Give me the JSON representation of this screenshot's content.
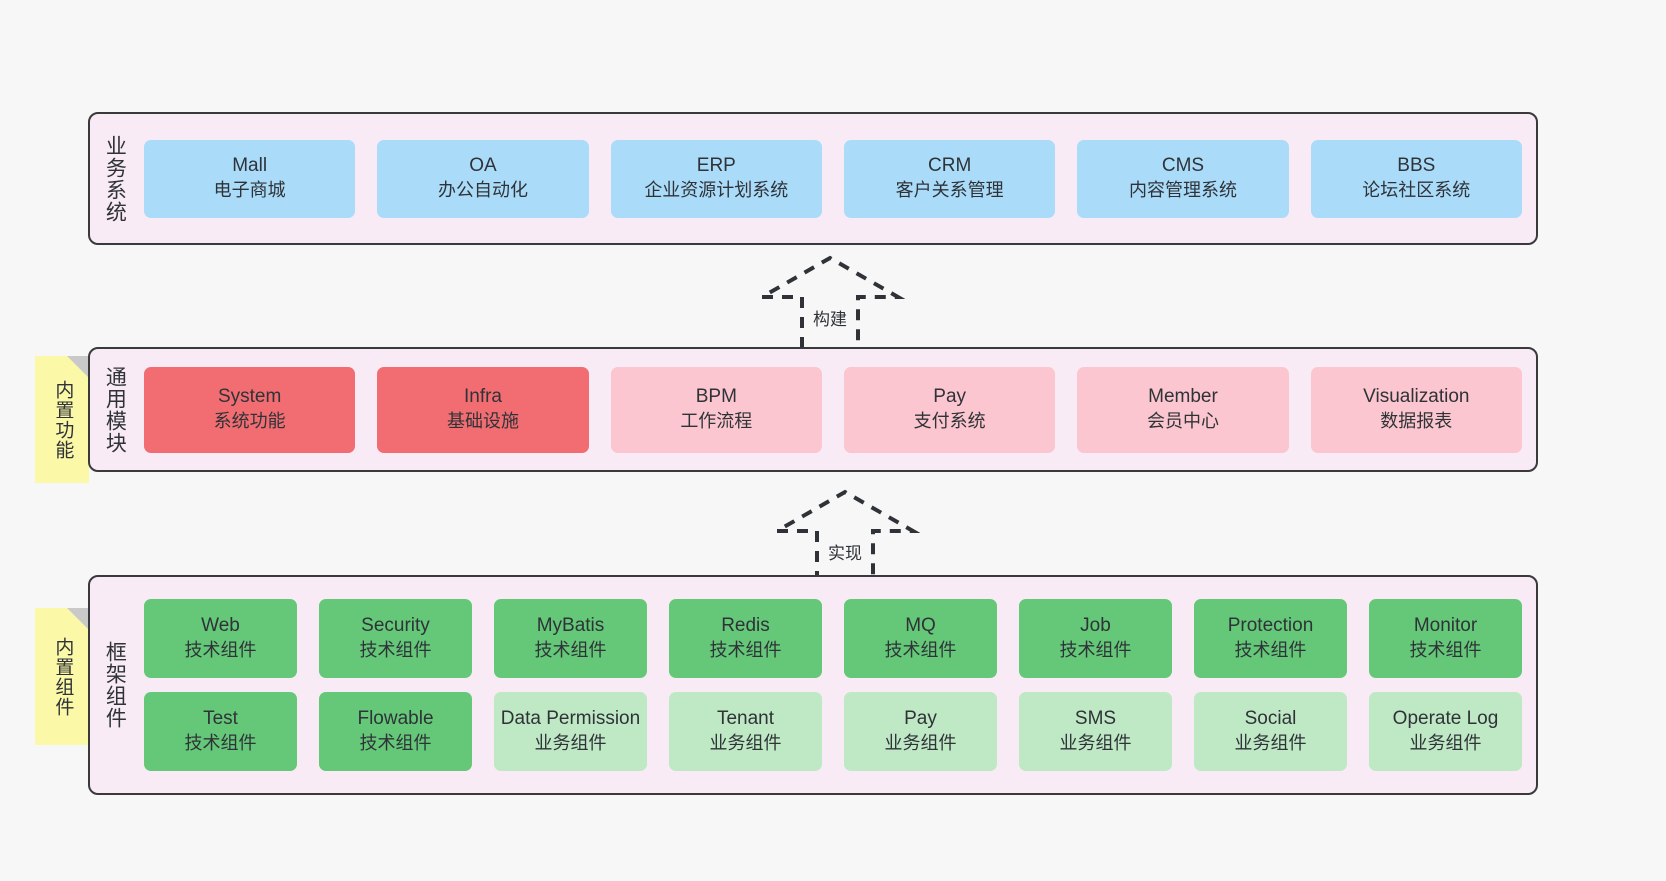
{
  "page": {
    "background": "#f7f7f7",
    "container_fill": "#f9ebf5",
    "container_border": "#3a3a3a"
  },
  "layers": [
    {
      "id": "business-system",
      "title": "业务系统",
      "rows": [
        {
          "boxes": [
            {
              "name": "mall",
              "en": "Mall",
              "cn": "电子商城",
              "color": "#aadcfa"
            },
            {
              "name": "oa",
              "en": "OA",
              "cn": "办公自动化",
              "color": "#aadcfa"
            },
            {
              "name": "erp",
              "en": "ERP",
              "cn": "企业资源计划系统",
              "color": "#aadcfa"
            },
            {
              "name": "crm",
              "en": "CRM",
              "cn": "客户关系管理",
              "color": "#aadcfa"
            },
            {
              "name": "cms",
              "en": "CMS",
              "cn": "内容管理系统",
              "color": "#aadcfa"
            },
            {
              "name": "bbs",
              "en": "BBS",
              "cn": "论坛社区系统",
              "color": "#aadcfa"
            }
          ]
        }
      ]
    },
    {
      "id": "common-module",
      "title": "通用模块",
      "note": "内置功能",
      "rows": [
        {
          "boxes": [
            {
              "name": "system",
              "en": "System",
              "cn": "系统功能",
              "color": "#f26d71"
            },
            {
              "name": "infra",
              "en": "Infra",
              "cn": "基础设施",
              "color": "#f26d71"
            },
            {
              "name": "bpm",
              "en": "BPM",
              "cn": "工作流程",
              "color": "#fbc6cf"
            },
            {
              "name": "pay",
              "en": "Pay",
              "cn": "支付系统",
              "color": "#fbc6cf"
            },
            {
              "name": "member",
              "en": "Member",
              "cn": "会员中心",
              "color": "#fbc6cf"
            },
            {
              "name": "visualization",
              "en": "Visualization",
              "cn": "数据报表",
              "color": "#fbc6cf"
            }
          ]
        }
      ]
    },
    {
      "id": "framework-component",
      "title": "框架组件",
      "note": "内置组件",
      "rows": [
        {
          "boxes": [
            {
              "name": "web",
              "en": "Web",
              "cn": "技术组件",
              "color": "#64c878"
            },
            {
              "name": "security",
              "en": "Security",
              "cn": "技术组件",
              "color": "#64c878"
            },
            {
              "name": "mybatis",
              "en": "MyBatis",
              "cn": "技术组件",
              "color": "#64c878"
            },
            {
              "name": "redis",
              "en": "Redis",
              "cn": "技术组件",
              "color": "#64c878"
            },
            {
              "name": "mq",
              "en": "MQ",
              "cn": "技术组件",
              "color": "#64c878"
            },
            {
              "name": "job",
              "en": "Job",
              "cn": "技术组件",
              "color": "#64c878"
            },
            {
              "name": "protection",
              "en": "Protection",
              "cn": "技术组件",
              "color": "#64c878"
            },
            {
              "name": "monitor",
              "en": "Monitor",
              "cn": "技术组件",
              "color": "#64c878"
            }
          ]
        },
        {
          "boxes": [
            {
              "name": "test",
              "en": "Test",
              "cn": "技术组件",
              "color": "#64c878"
            },
            {
              "name": "flowable",
              "en": "Flowable",
              "cn": "技术组件",
              "color": "#64c878"
            },
            {
              "name": "data-permission",
              "en": "Data Permission",
              "cn": "业务组件",
              "color": "#bfe8c5"
            },
            {
              "name": "tenant",
              "en": "Tenant",
              "cn": "业务组件",
              "color": "#bfe8c5"
            },
            {
              "name": "pay-component",
              "en": "Pay",
              "cn": "业务组件",
              "color": "#bfe8c5"
            },
            {
              "name": "sms",
              "en": "SMS",
              "cn": "业务组件",
              "color": "#bfe8c5"
            },
            {
              "name": "social",
              "en": "Social",
              "cn": "业务组件",
              "color": "#bfe8c5"
            },
            {
              "name": "operate-log",
              "en": "Operate Log",
              "cn": "业务组件",
              "color": "#bfe8c5"
            }
          ]
        }
      ]
    }
  ],
  "arrows": [
    {
      "id": "build-arrow",
      "label": "构建",
      "direction": "up",
      "style": "dashed-hollow"
    },
    {
      "id": "implement-arrow",
      "label": "实现",
      "direction": "up",
      "style": "dashed-hollow"
    }
  ],
  "notes": [
    {
      "id": "builtin-feature-note",
      "text": "内置功能",
      "color": "#fbf8a8"
    },
    {
      "id": "builtin-component-note",
      "text": "内置组件",
      "color": "#fbf8a8"
    }
  ]
}
